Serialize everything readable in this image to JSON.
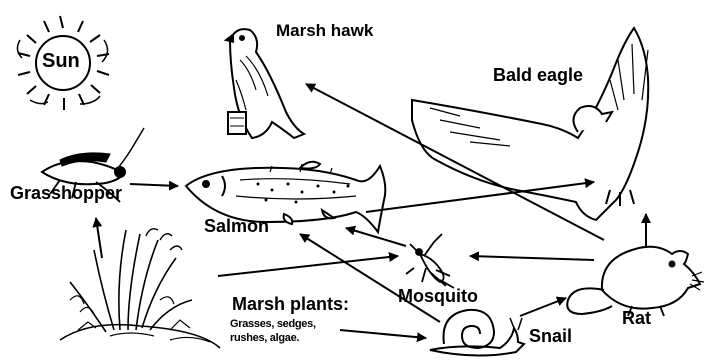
{
  "organisms": {
    "sun": "Sun",
    "marsh_hawk": "Marsh hawk",
    "bald_eagle": "Bald eagle",
    "grasshopper": "Grasshopper",
    "salmon": "Salmon",
    "mosquito": "Mosquito",
    "marsh_plants": "Marsh plants:",
    "marsh_plants_detail_1": "Grasses, sedges,",
    "marsh_plants_detail_2": "rushes, algae.",
    "snail": "Snail",
    "rat": "Rat"
  },
  "colors": {
    "ink": "#000000",
    "background": "#ffffff"
  }
}
